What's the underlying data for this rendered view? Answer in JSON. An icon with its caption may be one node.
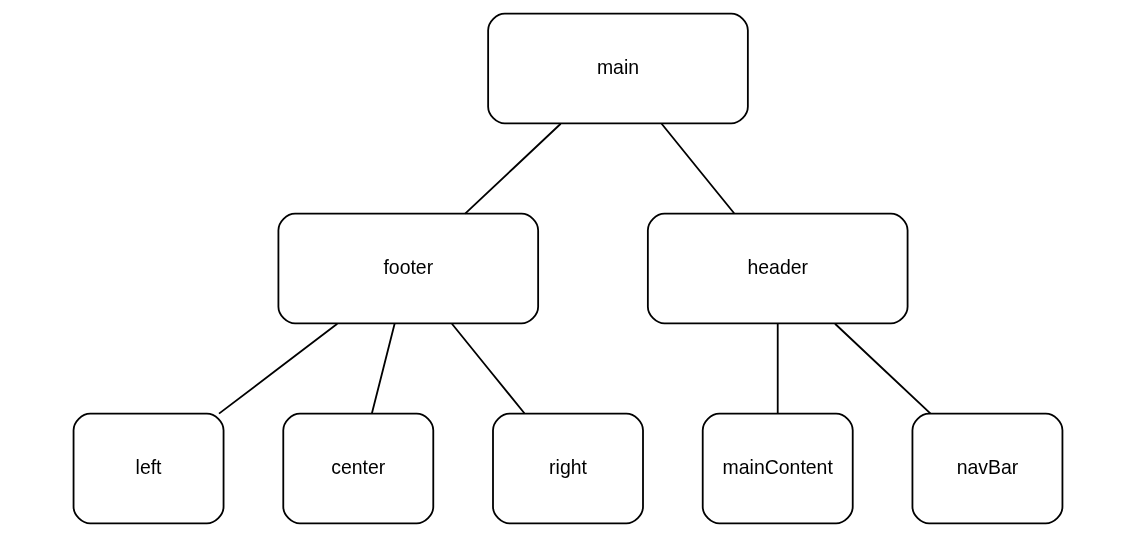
{
  "diagram": {
    "nodes": [
      {
        "text": [
          "main"
        ]
      },
      {
        "text": [
          "footer"
        ]
      },
      {
        "text": [
          "header"
        ]
      },
      {
        "text": [
          "left"
        ]
      },
      {
        "text": [
          "center"
        ]
      },
      {
        "text": [
          "right"
        ]
      },
      {
        "text": [
          "mainContent"
        ]
      },
      {
        "text": [
          "navBar"
        ]
      }
    ],
    "edges": [
      {
        "from": 0,
        "to": 1,
        "arrow": "none"
      },
      {
        "from": 0,
        "to": 2,
        "arrow": "none"
      },
      {
        "from": 1,
        "to": 3,
        "arrow": "none"
      },
      {
        "from": 1,
        "to": 4,
        "arrow": "none"
      },
      {
        "from": 1,
        "to": 5,
        "arrow": "none"
      },
      {
        "from": 2,
        "to": 6,
        "arrow": "none"
      },
      {
        "from": 2,
        "to": 7,
        "arrow": "none"
      }
    ]
  }
}
